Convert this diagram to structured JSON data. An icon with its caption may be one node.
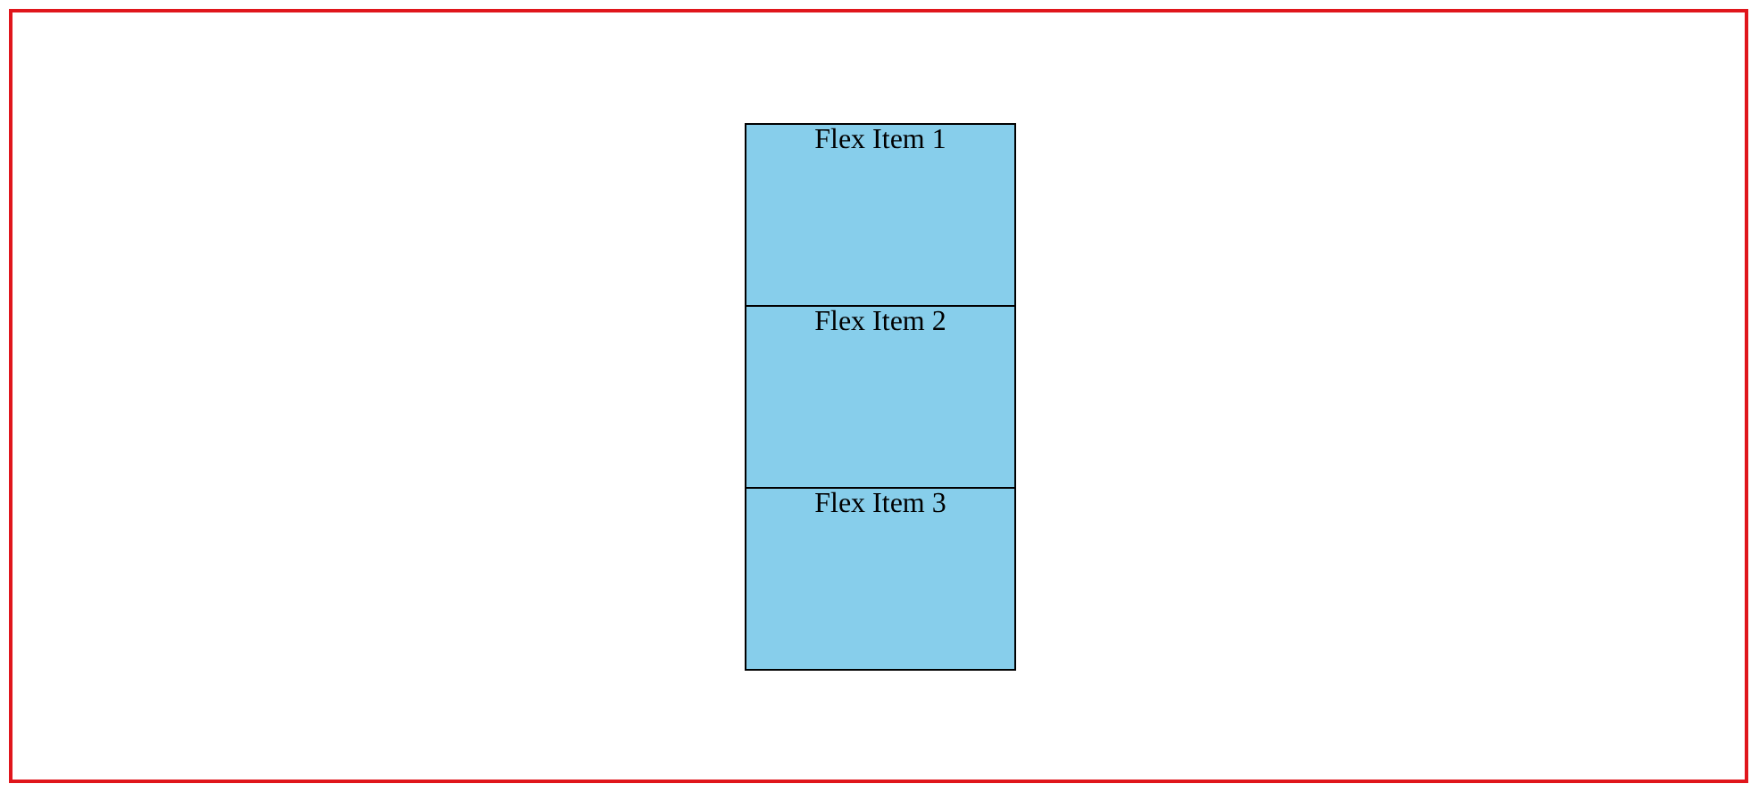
{
  "diagram": {
    "nodes": [
      {
        "text": [],
        "shape": "box"
      },
      {
        "text": [
          "Flex Item 1"
        ],
        "in": 0
      },
      {
        "text": [
          "Flex Item 2"
        ],
        "in": 0
      },
      {
        "text": [
          "Flex Item 3"
        ],
        "in": 0
      }
    ]
  }
}
